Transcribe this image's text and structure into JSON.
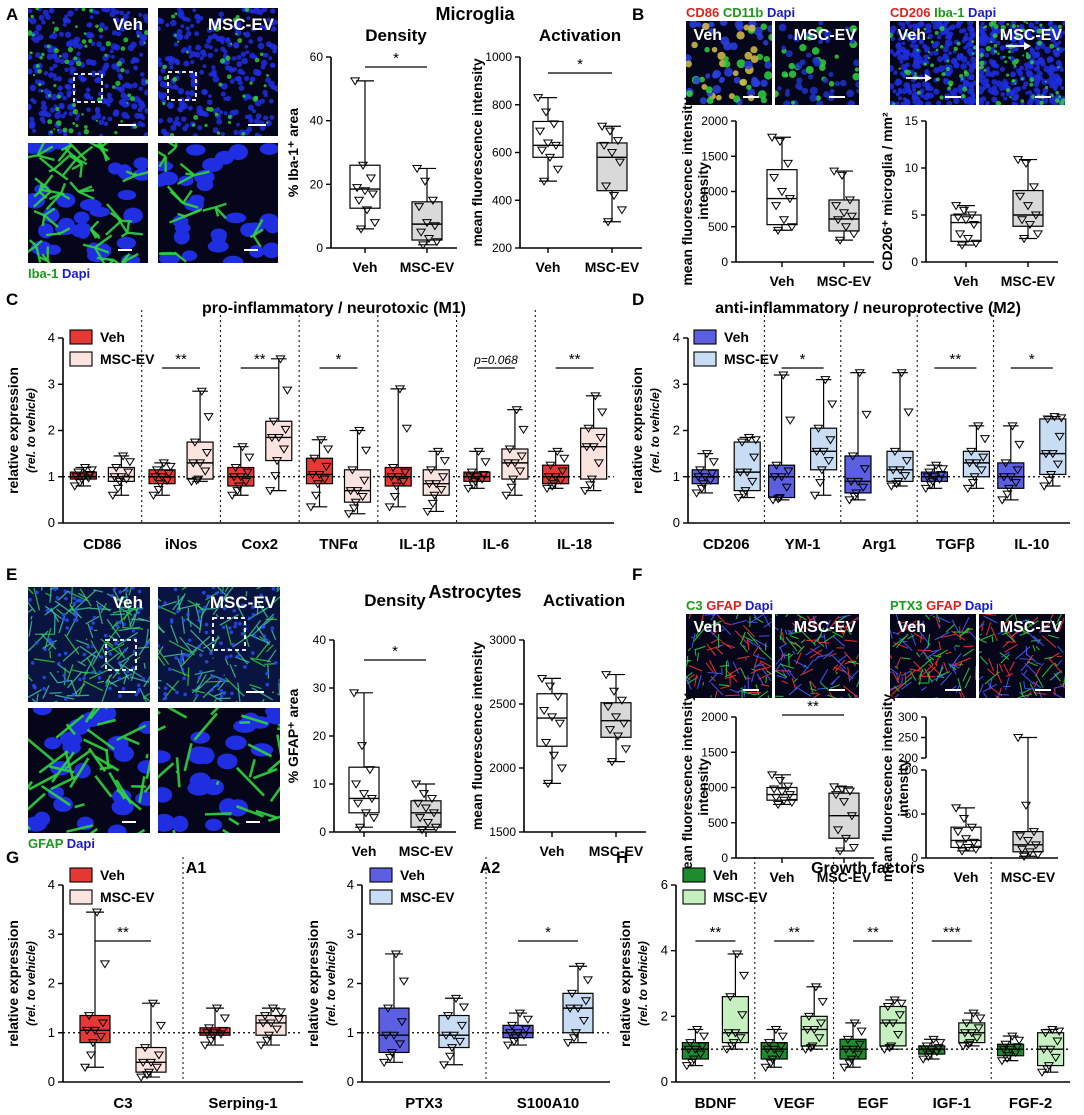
{
  "panel_letters": [
    "A",
    "B",
    "C",
    "D",
    "E",
    "F",
    "G",
    "H"
  ],
  "sections": {
    "microglia": "Microglia",
    "astrocytes": "Astrocytes"
  },
  "groups": {
    "veh": "Veh",
    "ev": "MSC-EV"
  },
  "stains": {
    "A": [
      {
        "t": "Iba-1",
        "c": "#1a9a1a"
      },
      {
        "t": " Dapi",
        "c": "#1a1acc"
      }
    ],
    "B1": [
      {
        "t": "CD86",
        "c": "#e02020"
      },
      {
        "t": " CD11b",
        "c": "#1a9a1a"
      },
      {
        "t": " Dapi",
        "c": "#1a1acc"
      }
    ],
    "B2": [
      {
        "t": "CD206",
        "c": "#e02020"
      },
      {
        "t": " Iba-1",
        "c": "#1a9a1a"
      },
      {
        "t": " Dapi",
        "c": "#1a1acc"
      }
    ],
    "E": [
      {
        "t": "GFAP",
        "c": "#1a9a1a"
      },
      {
        "t": " Dapi",
        "c": "#1a1acc"
      }
    ],
    "F1": [
      {
        "t": "C3",
        "c": "#1a9a1a"
      },
      {
        "t": " GFAP",
        "c": "#e02020"
      },
      {
        "t": " Dapi",
        "c": "#1a1acc"
      }
    ],
    "F2": [
      {
        "t": "PTX3",
        "c": "#1a9a1a"
      },
      {
        "t": " GFAP",
        "c": "#e02020"
      },
      {
        "t": " Dapi",
        "c": "#1a1acc"
      }
    ]
  },
  "titles": {
    "C": "pro-inflammatory / neurotoxic (M1)",
    "D": "anti-inflammatory / neuroprotective (M2)",
    "G1": "A1",
    "G2": "A2",
    "H": "Growth factors"
  },
  "colors": {
    "M1": [
      "#e53935",
      "#fbe3e0"
    ],
    "M2": [
      "#5b5fe0",
      "#c8dcf3"
    ],
    "astro": [
      "#e53935",
      "#fbe3e0"
    ],
    "a2": [
      "#5b5fe0",
      "#c8dcf3"
    ],
    "gf": [
      "#1e8c2e",
      "#c6f0c0"
    ],
    "gray": [
      "#ffffff",
      "#d9d9d9"
    ]
  },
  "chart_data": [
    {
      "id": "A-density",
      "type": "box",
      "title": "Density",
      "ylabel": "% Iba-1⁺ area",
      "ylim": [
        0,
        60
      ],
      "yticks": [
        0,
        20,
        40,
        60
      ],
      "categories": [
        "Veh",
        "MSC-EV"
      ],
      "significance": [
        "*"
      ],
      "series": [
        {
          "group": "Veh",
          "min": 6,
          "q1": 12.5,
          "median": 18.5,
          "q3": 26,
          "max": 52.5,
          "points": [
            52.5,
            26,
            22,
            19,
            18,
            17,
            15,
            12,
            8,
            6
          ]
        },
        {
          "group": "MSC-EV",
          "min": 1,
          "q1": 2.5,
          "median": 7.5,
          "q3": 14.5,
          "max": 25,
          "points": [
            25,
            21,
            15,
            13,
            8,
            7,
            5,
            3,
            2,
            1
          ]
        }
      ]
    },
    {
      "id": "A-activation",
      "type": "box",
      "title": "Activation",
      "ylabel": "mean fluorescence intensity",
      "ylim": [
        200,
        1000
      ],
      "yticks": [
        200,
        400,
        600,
        800,
        1000
      ],
      "categories": [
        "Veh",
        "MSC-EV"
      ],
      "significance": [
        "*"
      ],
      "series": [
        {
          "group": "Veh",
          "min": 480,
          "q1": 580,
          "median": 630,
          "q3": 730,
          "max": 830,
          "points": [
            830,
            770,
            720,
            690,
            640,
            630,
            610,
            580,
            530,
            480
          ]
        },
        {
          "group": "MSC-EV",
          "min": 310,
          "q1": 440,
          "median": 580,
          "q3": 640,
          "max": 710,
          "points": [
            710,
            690,
            650,
            630,
            600,
            560,
            460,
            420,
            360,
            310
          ]
        }
      ]
    },
    {
      "id": "B-cd86",
      "type": "box",
      "title": "",
      "ylabel": "mean fluorescence intensity",
      "ylim": [
        0,
        2000
      ],
      "yticks": [
        0,
        500,
        1000,
        1500,
        2000
      ],
      "categories": [
        "Veh",
        "MSC-EV"
      ],
      "significance": [],
      "series": [
        {
          "group": "Veh",
          "min": 450,
          "q1": 530,
          "median": 900,
          "q3": 1310,
          "max": 1770,
          "points": [
            1770,
            1710,
            1400,
            1200,
            1000,
            900,
            800,
            600,
            500,
            450
          ]
        },
        {
          "group": "MSC-EV",
          "min": 310,
          "q1": 440,
          "median": 610,
          "q3": 880,
          "max": 1290,
          "points": [
            1290,
            1230,
            880,
            800,
            700,
            650,
            600,
            500,
            400,
            310
          ]
        }
      ]
    },
    {
      "id": "B-cd206",
      "type": "box",
      "title": "",
      "ylabel": "CD206⁺ microglia / mm²",
      "ylim": [
        0,
        15
      ],
      "yticks": [
        0,
        5,
        10,
        15
      ],
      "categories": [
        "Veh",
        "MSC-EV"
      ],
      "significance": [],
      "series": [
        {
          "group": "Veh",
          "min": 1.8,
          "q1": 2.2,
          "median": 4.2,
          "q3": 5,
          "max": 6,
          "points": [
            6,
            5.5,
            5,
            4.8,
            4.5,
            4,
            3,
            2.5,
            2,
            1.8
          ]
        },
        {
          "group": "MSC-EV",
          "min": 2.5,
          "q1": 3.8,
          "median": 5,
          "q3": 7.6,
          "max": 10.9,
          "points": [
            10.9,
            10.5,
            8,
            7,
            6,
            5,
            4.5,
            4,
            3,
            2.5
          ]
        }
      ]
    },
    {
      "id": "C",
      "type": "box",
      "ylabel": "relative expression",
      "ylabel2": "(rel. to vehicle)",
      "ylim": [
        0,
        4
      ],
      "yticks": [
        0,
        1,
        2,
        3,
        4
      ],
      "categories": [
        "CD86",
        "iNos",
        "Cox2",
        "TNFα",
        "IL-1β",
        "IL-6",
        "IL-18"
      ],
      "significance": [
        "",
        "**",
        "**",
        "*",
        "",
        "p=0.068",
        "**"
      ],
      "legend": [
        "Veh",
        "MSC-EV"
      ],
      "series": [
        {
          "group": "Veh",
          "boxes": [
            [
              0.8,
              0.95,
              1.0,
              1.1,
              1.2
            ],
            [
              0.6,
              0.85,
              1.0,
              1.15,
              1.3
            ],
            [
              0.6,
              0.8,
              1.0,
              1.2,
              1.65
            ],
            [
              0.35,
              0.85,
              1.05,
              1.4,
              1.8
            ],
            [
              0.35,
              0.8,
              1.0,
              1.2,
              2.9
            ],
            [
              0.75,
              0.9,
              1.0,
              1.1,
              1.55
            ],
            [
              0.75,
              0.85,
              1.0,
              1.25,
              1.55
            ]
          ]
        },
        {
          "group": "MSC-EV",
          "boxes": [
            [
              0.6,
              0.9,
              1.0,
              1.2,
              1.45
            ],
            [
              0.9,
              0.95,
              1.3,
              1.75,
              2.85
            ],
            [
              0.7,
              1.35,
              1.85,
              2.2,
              3.55
            ],
            [
              0.2,
              0.45,
              0.7,
              1.15,
              2.0
            ],
            [
              0.25,
              0.6,
              0.85,
              1.15,
              1.55
            ],
            [
              0.6,
              0.95,
              1.3,
              1.6,
              2.45
            ],
            [
              0.7,
              0.95,
              1.65,
              2.05,
              2.75
            ]
          ]
        }
      ]
    },
    {
      "id": "D",
      "type": "box",
      "ylabel": "relative expression",
      "ylabel2": "(rel. to vehicle)",
      "ylim": [
        0,
        4
      ],
      "yticks": [
        0,
        1,
        2,
        3,
        4
      ],
      "categories": [
        "CD206",
        "YM-1",
        "Arg1",
        "TGFβ",
        "IL-10"
      ],
      "significance": [
        "",
        "*",
        "",
        "**",
        "*"
      ],
      "legend": [
        "Veh",
        "MSC-EV"
      ],
      "series": [
        {
          "group": "Veh",
          "boxes": [
            [
              0.65,
              0.85,
              1.0,
              1.15,
              1.5
            ],
            [
              0.5,
              0.55,
              1.0,
              1.25,
              3.2
            ],
            [
              0.5,
              0.65,
              0.9,
              1.45,
              3.25
            ],
            [
              0.75,
              0.9,
              1.0,
              1.1,
              1.25
            ],
            [
              0.5,
              0.75,
              1.0,
              1.3,
              2.1
            ]
          ]
        },
        {
          "group": "MSC-EV",
          "boxes": [
            [
              0.55,
              0.7,
              1.1,
              1.75,
              1.85
            ],
            [
              0.6,
              1.15,
              1.55,
              2.05,
              3.1
            ],
            [
              0.8,
              0.9,
              1.15,
              1.55,
              3.25
            ],
            [
              0.75,
              1.0,
              1.3,
              1.55,
              2.1
            ],
            [
              0.8,
              1.05,
              1.5,
              2.25,
              2.3
            ]
          ]
        }
      ]
    },
    {
      "id": "E-density",
      "type": "box",
      "title": "Density",
      "ylabel": "% GFAP⁺ area",
      "ylim": [
        0,
        40
      ],
      "yticks": [
        0,
        10,
        20,
        30,
        40
      ],
      "categories": [
        "Veh",
        "MSC-EV"
      ],
      "significance": [
        "*"
      ],
      "series": [
        {
          "group": "Veh",
          "min": 1,
          "q1": 4,
          "median": 7,
          "q3": 13.5,
          "max": 29,
          "points": [
            29,
            18,
            13,
            10,
            8,
            7,
            6,
            4,
            3,
            1
          ]
        },
        {
          "group": "MSC-EV",
          "min": 0.5,
          "q1": 1,
          "median": 4,
          "q3": 6.5,
          "max": 10,
          "points": [
            10,
            8,
            7,
            6,
            5,
            4,
            3,
            2,
            1,
            0.5
          ]
        }
      ]
    },
    {
      "id": "E-activation",
      "type": "box",
      "title": "Activation",
      "ylabel": "mean fluorescence intensity",
      "ylim": [
        1500,
        3000
      ],
      "yticks": [
        1500,
        2000,
        2500,
        3000
      ],
      "categories": [
        "Veh",
        "MSC-EV"
      ],
      "significance": [],
      "series": [
        {
          "group": "Veh",
          "min": 1880,
          "q1": 2170,
          "median": 2390,
          "q3": 2580,
          "max": 2700,
          "points": [
            2700,
            2640,
            2560,
            2450,
            2400,
            2350,
            2200,
            2100,
            2000,
            1880
          ]
        },
        {
          "group": "MSC-EV",
          "min": 2050,
          "q1": 2240,
          "median": 2370,
          "q3": 2510,
          "max": 2730,
          "points": [
            2730,
            2600,
            2530,
            2480,
            2400,
            2350,
            2300,
            2250,
            2150,
            2050
          ]
        }
      ]
    },
    {
      "id": "F-c3",
      "type": "box",
      "title": "",
      "ylabel": "mean fluorescence intensity",
      "ylim": [
        0,
        2000
      ],
      "yticks": [
        0,
        500,
        1000,
        1500,
        2000
      ],
      "categories": [
        "Veh",
        "MSC-EV"
      ],
      "significance": [
        "**"
      ],
      "series": [
        {
          "group": "Veh",
          "min": 760,
          "q1": 820,
          "median": 900,
          "q3": 1000,
          "max": 1180,
          "points": [
            1180,
            1100,
            1020,
            980,
            940,
            900,
            860,
            820,
            790,
            760
          ]
        },
        {
          "group": "MSC-EV",
          "min": 100,
          "q1": 280,
          "median": 600,
          "q3": 920,
          "max": 1010,
          "points": [
            1010,
            980,
            950,
            900,
            800,
            600,
            400,
            280,
            150,
            100
          ]
        }
      ]
    },
    {
      "id": "F-ptx3",
      "type": "box",
      "title": "",
      "ylabel": "mean fluorescence intensity",
      "ybreak": true,
      "yticks_low": [
        0,
        50,
        100
      ],
      "yticks_high": [
        200,
        250,
        300
      ],
      "categories": [
        "Veh",
        "MSC-EV"
      ],
      "significance": [],
      "series": [
        {
          "group": "Veh",
          "min": 8,
          "q1": 12,
          "median": 20,
          "q3": 35,
          "max": 57,
          "points": [
            57,
            45,
            35,
            30,
            22,
            18,
            15,
            12,
            10,
            8
          ]
        },
        {
          "group": "MSC-EV",
          "min": 2,
          "q1": 7,
          "median": 15,
          "q3": 30,
          "max": 250,
          "points": [
            250,
            60,
            30,
            25,
            20,
            15,
            10,
            7,
            4,
            2
          ]
        }
      ]
    },
    {
      "id": "G1",
      "type": "box",
      "ylabel": "relative expression",
      "ylabel2": "(rel. to vehicle)",
      "ylim": [
        0,
        4
      ],
      "yticks": [
        0,
        1,
        2,
        3,
        4
      ],
      "categories": [
        "C3",
        "Serping-1"
      ],
      "significance": [
        "**",
        ""
      ],
      "legend": [
        "Veh",
        "MSC-EV"
      ],
      "series": [
        {
          "group": "Veh",
          "boxes": [
            [
              0.3,
              0.8,
              1.05,
              1.35,
              3.45
            ],
            [
              0.75,
              0.95,
              1.0,
              1.1,
              1.5
            ]
          ]
        },
        {
          "group": "MSC-EV",
          "boxes": [
            [
              0.1,
              0.2,
              0.4,
              0.7,
              1.6
            ],
            [
              0.75,
              0.95,
              1.2,
              1.35,
              1.5
            ]
          ]
        }
      ]
    },
    {
      "id": "G2",
      "type": "box",
      "ylabel": "relative expression",
      "ylabel2": "(rel. to vehicle)",
      "ylim": [
        0,
        4
      ],
      "yticks": [
        0,
        1,
        2,
        3,
        4
      ],
      "categories": [
        "PTX3",
        "S100A10"
      ],
      "significance": [
        "",
        "*"
      ],
      "legend": [
        "Veh",
        "MSC-EV"
      ],
      "series": [
        {
          "group": "Veh",
          "boxes": [
            [
              0.4,
              0.6,
              0.95,
              1.5,
              2.6
            ],
            [
              0.75,
              0.9,
              1.0,
              1.15,
              1.4
            ]
          ]
        },
        {
          "group": "MSC-EV",
          "boxes": [
            [
              0.35,
              0.7,
              0.95,
              1.35,
              1.7
            ],
            [
              0.8,
              1.0,
              1.5,
              1.8,
              2.35
            ]
          ]
        }
      ]
    },
    {
      "id": "H",
      "type": "box",
      "ylabel": "relative expression",
      "ylabel2": "(rel. to vehicle)",
      "ylim": [
        0,
        6
      ],
      "yticks": [
        0,
        2,
        4,
        6
      ],
      "categories": [
        "BDNF",
        "VEGF",
        "EGF",
        "IGF-1",
        "FGF-2"
      ],
      "significance": [
        "**",
        "**",
        "**",
        "***",
        ""
      ],
      "legend": [
        "Veh",
        "MSC-EV"
      ],
      "series": [
        {
          "group": "Veh",
          "boxes": [
            [
              0.5,
              0.7,
              1.0,
              1.2,
              1.6
            ],
            [
              0.45,
              0.7,
              1.0,
              1.2,
              1.6
            ],
            [
              0.45,
              0.7,
              1.0,
              1.3,
              1.8
            ],
            [
              0.7,
              0.85,
              1.0,
              1.1,
              1.3
            ],
            [
              0.65,
              0.8,
              1.0,
              1.15,
              1.4
            ]
          ]
        },
        {
          "group": "MSC-EV",
          "boxes": [
            [
              1.0,
              1.2,
              1.5,
              2.6,
              3.9
            ],
            [
              1.0,
              1.1,
              1.6,
              2.0,
              2.9
            ],
            [
              1.0,
              1.1,
              1.8,
              2.3,
              2.5
            ],
            [
              1.1,
              1.2,
              1.5,
              1.8,
              2.1
            ],
            [
              0.3,
              0.5,
              1.0,
              1.5,
              1.6
            ]
          ]
        }
      ]
    }
  ]
}
